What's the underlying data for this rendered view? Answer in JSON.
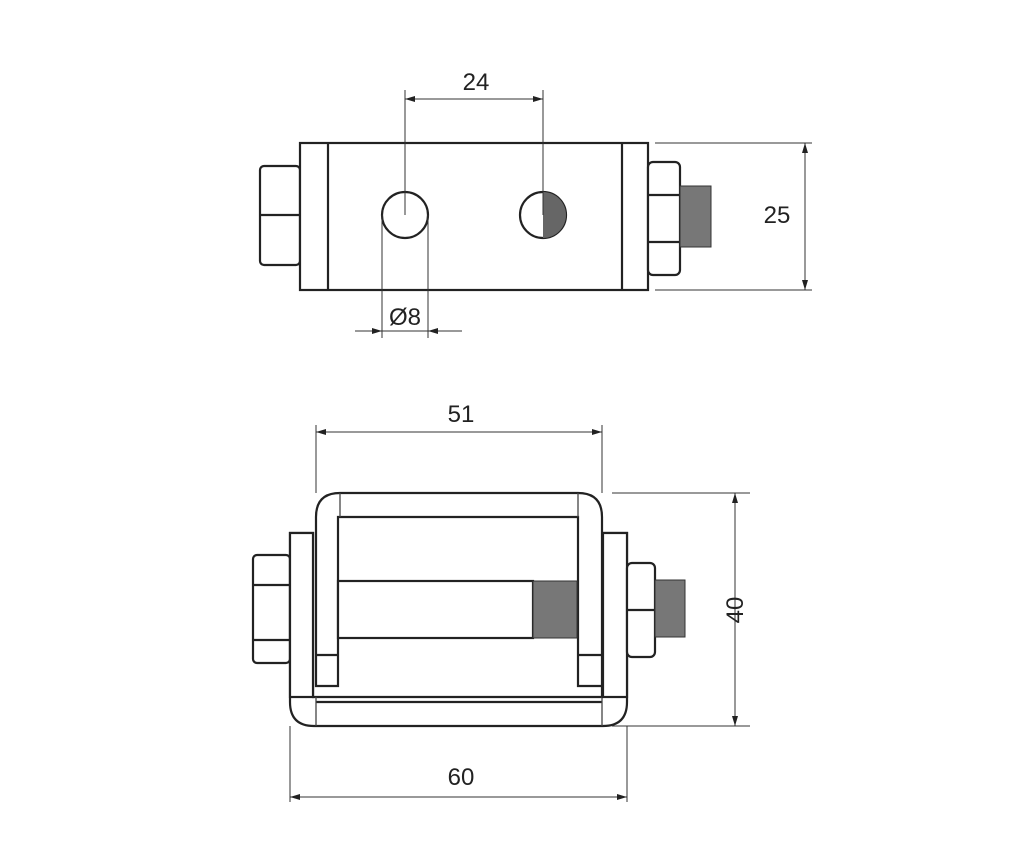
{
  "drawing": {
    "top_view": {
      "dimensions": {
        "hole_spacing": "24",
        "height": "25",
        "hole_diameter": "Ø8"
      }
    },
    "front_view": {
      "dimensions": {
        "inner_width": "51",
        "height": "40",
        "overall_width": "60"
      }
    },
    "colors": {
      "line": "#222222",
      "thread": "#777777",
      "background": "#ffffff"
    }
  }
}
